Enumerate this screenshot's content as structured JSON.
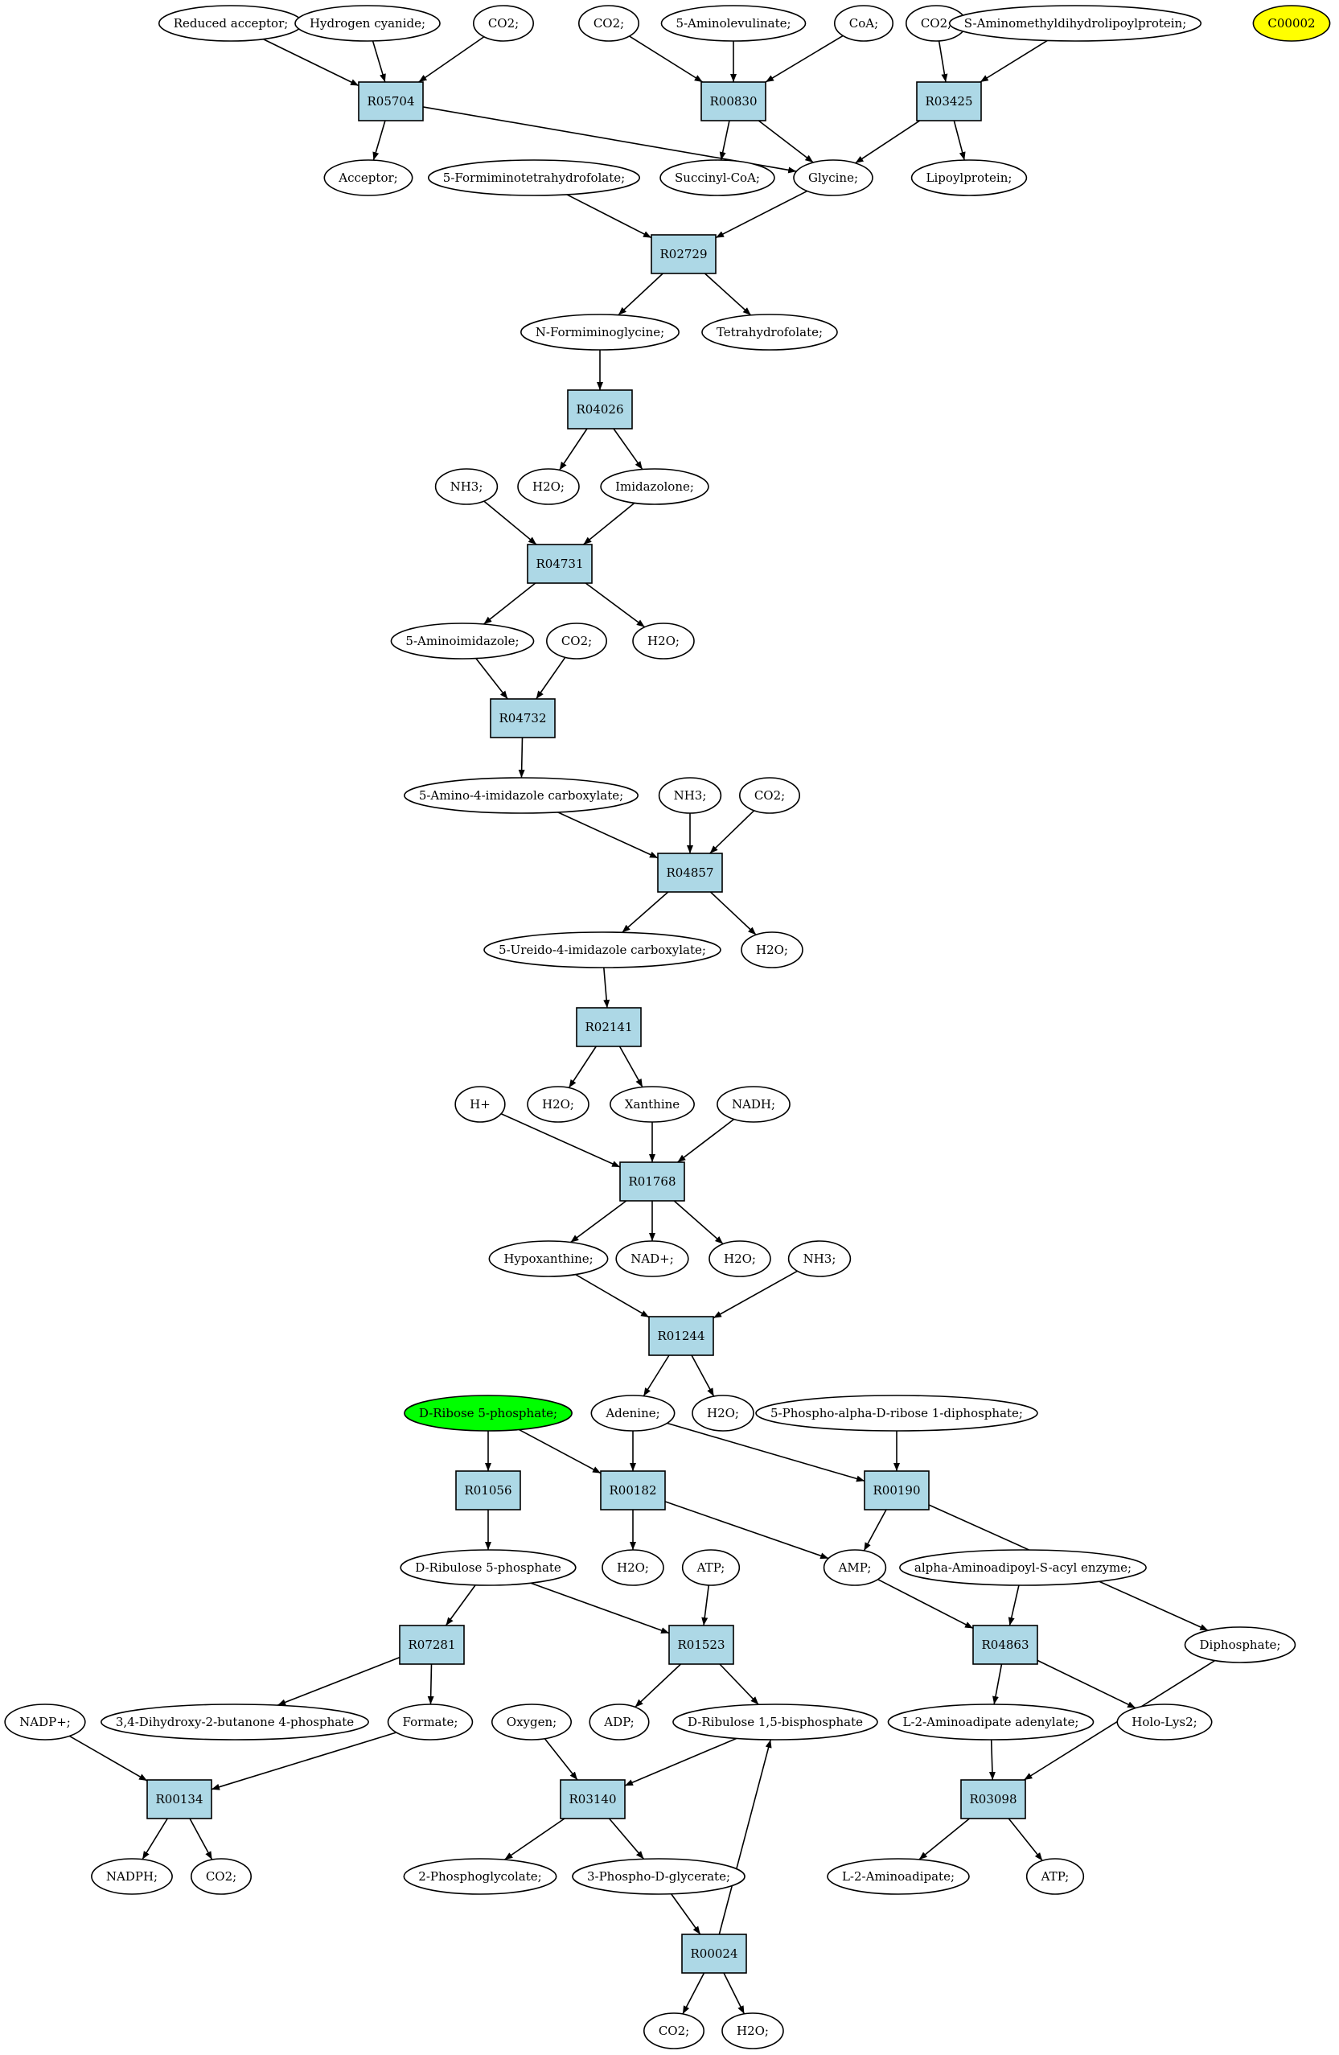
{
  "graph": {
    "colors": {
      "reaction_fill": "#add8e6",
      "compound_fill": "#ffffff",
      "start_fill": "#00ff00",
      "target_fill": "#ffff00",
      "stroke": "#000000"
    },
    "nodes": [
      {
        "id": "c_reduced_acceptor",
        "label": "Reduced acceptor;",
        "kind": "compound"
      },
      {
        "id": "c_hcn",
        "label": "Hydrogen cyanide;",
        "kind": "compound"
      },
      {
        "id": "c_co2_a",
        "label": "CO2;",
        "kind": "compound"
      },
      {
        "id": "c_co2_b",
        "label": "CO2;",
        "kind": "compound"
      },
      {
        "id": "c_5ala",
        "label": "5-Aminolevulinate;",
        "kind": "compound"
      },
      {
        "id": "c_coa",
        "label": "CoA;",
        "kind": "compound"
      },
      {
        "id": "c_co2_c",
        "label": "CO2;",
        "kind": "compound"
      },
      {
        "id": "c_samdlp",
        "label": "S-Aminomethyldihydrolipoylprotein;",
        "kind": "compound"
      },
      {
        "id": "c_c00002",
        "label": "C00002",
        "kind": "target"
      },
      {
        "id": "r_R05704",
        "label": "R05704",
        "kind": "reaction"
      },
      {
        "id": "r_R00830",
        "label": "R00830",
        "kind": "reaction"
      },
      {
        "id": "r_R03425",
        "label": "R03425",
        "kind": "reaction"
      },
      {
        "id": "c_acceptor",
        "label": "Acceptor;",
        "kind": "compound"
      },
      {
        "id": "c_5fthf",
        "label": "5-Formiminotetrahydrofolate;",
        "kind": "compound"
      },
      {
        "id": "c_succoa",
        "label": "Succinyl-CoA;",
        "kind": "compound"
      },
      {
        "id": "c_glycine",
        "label": "Glycine;",
        "kind": "compound"
      },
      {
        "id": "c_lipoyl",
        "label": "Lipoylprotein;",
        "kind": "compound"
      },
      {
        "id": "r_R02729",
        "label": "R02729",
        "kind": "reaction"
      },
      {
        "id": "c_nfg",
        "label": "N-Formiminoglycine;",
        "kind": "compound"
      },
      {
        "id": "c_thf",
        "label": "Tetrahydrofolate;",
        "kind": "compound"
      },
      {
        "id": "r_R04026",
        "label": "R04026",
        "kind": "reaction"
      },
      {
        "id": "c_nh3_a",
        "label": "NH3;",
        "kind": "compound"
      },
      {
        "id": "c_h2o_a",
        "label": "H2O;",
        "kind": "compound"
      },
      {
        "id": "c_imidazolone",
        "label": "Imidazolone;",
        "kind": "compound"
      },
      {
        "id": "r_R04731",
        "label": "R04731",
        "kind": "reaction"
      },
      {
        "id": "c_5aiz",
        "label": "5-Aminoimidazole;",
        "kind": "compound"
      },
      {
        "id": "c_co2_d",
        "label": "CO2;",
        "kind": "compound"
      },
      {
        "id": "c_h2o_b",
        "label": "H2O;",
        "kind": "compound"
      },
      {
        "id": "r_R04732",
        "label": "R04732",
        "kind": "reaction"
      },
      {
        "id": "c_5a4ic",
        "label": "5-Amino-4-imidazole carboxylate;",
        "kind": "compound"
      },
      {
        "id": "c_nh3_b",
        "label": "NH3;",
        "kind": "compound"
      },
      {
        "id": "c_co2_e",
        "label": "CO2;",
        "kind": "compound"
      },
      {
        "id": "r_R04857",
        "label": "R04857",
        "kind": "reaction"
      },
      {
        "id": "c_5u4ic",
        "label": "5-Ureido-4-imidazole carboxylate;",
        "kind": "compound"
      },
      {
        "id": "c_h2o_c",
        "label": "H2O;",
        "kind": "compound"
      },
      {
        "id": "r_R02141",
        "label": "R02141",
        "kind": "reaction"
      },
      {
        "id": "c_hplus",
        "label": "H+",
        "kind": "compound"
      },
      {
        "id": "c_h2o_d",
        "label": "H2O;",
        "kind": "compound"
      },
      {
        "id": "c_xanthine",
        "label": "Xanthine",
        "kind": "compound"
      },
      {
        "id": "c_nadh",
        "label": "NADH;",
        "kind": "compound"
      },
      {
        "id": "r_R01768",
        "label": "R01768",
        "kind": "reaction"
      },
      {
        "id": "c_hypox",
        "label": "Hypoxanthine;",
        "kind": "compound"
      },
      {
        "id": "c_nadplus",
        "label": "NAD+;",
        "kind": "compound"
      },
      {
        "id": "c_h2o_e",
        "label": "H2O;",
        "kind": "compound"
      },
      {
        "id": "c_nh3_c",
        "label": "NH3;",
        "kind": "compound"
      },
      {
        "id": "r_R01244",
        "label": "R01244",
        "kind": "reaction"
      },
      {
        "id": "c_r5p",
        "label": "D-Ribose 5-phosphate;",
        "kind": "start"
      },
      {
        "id": "c_adenine",
        "label": "Adenine;",
        "kind": "compound"
      },
      {
        "id": "c_h2o_f",
        "label": "H2O;",
        "kind": "compound"
      },
      {
        "id": "c_prpp",
        "label": "5-Phospho-alpha-D-ribose 1-diphosphate;",
        "kind": "compound"
      },
      {
        "id": "r_R01056",
        "label": "R01056",
        "kind": "reaction"
      },
      {
        "id": "r_R00182",
        "label": "R00182",
        "kind": "reaction"
      },
      {
        "id": "r_R00190",
        "label": "R00190",
        "kind": "reaction"
      },
      {
        "id": "c_ru5p",
        "label": "D-Ribulose 5-phosphate",
        "kind": "compound"
      },
      {
        "id": "c_h2o_g",
        "label": "H2O;",
        "kind": "compound"
      },
      {
        "id": "c_atp_a",
        "label": "ATP;",
        "kind": "compound"
      },
      {
        "id": "c_amp",
        "label": "AMP;",
        "kind": "compound"
      },
      {
        "id": "c_aaase",
        "label": "alpha-Aminoadipoyl-S-acyl enzyme;",
        "kind": "compound"
      },
      {
        "id": "r_R07281",
        "label": "R07281",
        "kind": "reaction"
      },
      {
        "id": "r_R01523",
        "label": "R01523",
        "kind": "reaction"
      },
      {
        "id": "r_R04863",
        "label": "R04863",
        "kind": "reaction"
      },
      {
        "id": "c_diphosphate",
        "label": "Diphosphate;",
        "kind": "compound"
      },
      {
        "id": "c_nadpplus",
        "label": "NADP+;",
        "kind": "compound"
      },
      {
        "id": "c_dhbp",
        "label": "3,4-Dihydroxy-2-butanone 4-phosphate",
        "kind": "compound"
      },
      {
        "id": "c_formate",
        "label": "Formate;",
        "kind": "compound"
      },
      {
        "id": "c_oxygen",
        "label": "Oxygen;",
        "kind": "compound"
      },
      {
        "id": "c_adp",
        "label": "ADP;",
        "kind": "compound"
      },
      {
        "id": "c_rubp",
        "label": "D-Ribulose 1,5-bisphosphate",
        "kind": "compound"
      },
      {
        "id": "c_l2aa_ad",
        "label": "L-2-Aminoadipate adenylate;",
        "kind": "compound"
      },
      {
        "id": "c_hololys2",
        "label": "Holo-Lys2;",
        "kind": "compound"
      },
      {
        "id": "r_R00134",
        "label": "R00134",
        "kind": "reaction"
      },
      {
        "id": "r_R03140",
        "label": "R03140",
        "kind": "reaction"
      },
      {
        "id": "r_R03098",
        "label": "R03098",
        "kind": "reaction"
      },
      {
        "id": "c_nadph",
        "label": "NADPH;",
        "kind": "compound"
      },
      {
        "id": "c_co2_f",
        "label": "CO2;",
        "kind": "compound"
      },
      {
        "id": "c_2pg",
        "label": "2-Phosphoglycolate;",
        "kind": "compound"
      },
      {
        "id": "c_3pg",
        "label": "3-Phospho-D-glycerate;",
        "kind": "compound"
      },
      {
        "id": "c_l2aa",
        "label": "L-2-Aminoadipate;",
        "kind": "compound"
      },
      {
        "id": "c_atp_b",
        "label": "ATP;",
        "kind": "compound"
      },
      {
        "id": "r_R00024",
        "label": "R00024",
        "kind": "reaction"
      },
      {
        "id": "c_co2_g",
        "label": "CO2;",
        "kind": "compound"
      },
      {
        "id": "c_h2o_h",
        "label": "H2O;",
        "kind": "compound"
      }
    ],
    "edges": [
      [
        "c_reduced_acceptor",
        "r_R05704"
      ],
      [
        "c_hcn",
        "r_R05704"
      ],
      [
        "c_co2_a",
        "r_R05704"
      ],
      [
        "r_R05704",
        "c_acceptor"
      ],
      [
        "r_R05704",
        "c_glycine"
      ],
      [
        "c_co2_b",
        "r_R00830"
      ],
      [
        "c_5ala",
        "r_R00830"
      ],
      [
        "c_coa",
        "r_R00830"
      ],
      [
        "r_R00830",
        "c_succoa"
      ],
      [
        "r_R00830",
        "c_glycine"
      ],
      [
        "c_co2_c",
        "r_R03425"
      ],
      [
        "c_samdlp",
        "r_R03425"
      ],
      [
        "r_R03425",
        "c_glycine"
      ],
      [
        "r_R03425",
        "c_lipoyl"
      ],
      [
        "c_5fthf",
        "r_R02729"
      ],
      [
        "c_glycine",
        "r_R02729"
      ],
      [
        "r_R02729",
        "c_nfg"
      ],
      [
        "r_R02729",
        "c_thf"
      ],
      [
        "c_nfg",
        "r_R04026"
      ],
      [
        "r_R04026",
        "c_h2o_a"
      ],
      [
        "r_R04026",
        "c_imidazolone"
      ],
      [
        "c_nh3_a",
        "r_R04731"
      ],
      [
        "c_imidazolone",
        "r_R04731"
      ],
      [
        "r_R04731",
        "c_5aiz"
      ],
      [
        "r_R04731",
        "c_h2o_b"
      ],
      [
        "c_5aiz",
        "r_R04732"
      ],
      [
        "c_co2_d",
        "r_R04732"
      ],
      [
        "r_R04732",
        "c_5a4ic"
      ],
      [
        "c_5a4ic",
        "r_R04857"
      ],
      [
        "c_nh3_b",
        "r_R04857"
      ],
      [
        "c_co2_e",
        "r_R04857"
      ],
      [
        "r_R04857",
        "c_5u4ic"
      ],
      [
        "r_R04857",
        "c_h2o_c"
      ],
      [
        "c_5u4ic",
        "r_R02141"
      ],
      [
        "r_R02141",
        "c_h2o_d"
      ],
      [
        "r_R02141",
        "c_xanthine"
      ],
      [
        "c_hplus",
        "r_R01768"
      ],
      [
        "c_xanthine",
        "r_R01768"
      ],
      [
        "c_nadh",
        "r_R01768"
      ],
      [
        "r_R01768",
        "c_hypox"
      ],
      [
        "r_R01768",
        "c_nadplus"
      ],
      [
        "r_R01768",
        "c_h2o_e"
      ],
      [
        "c_hypox",
        "r_R01244"
      ],
      [
        "c_nh3_c",
        "r_R01244"
      ],
      [
        "r_R01244",
        "c_adenine"
      ],
      [
        "r_R01244",
        "c_h2o_f"
      ],
      [
        "c_r5p",
        "r_R01056"
      ],
      [
        "c_r5p",
        "r_R00182"
      ],
      [
        "c_adenine",
        "r_R00182"
      ],
      [
        "c_adenine",
        "r_R00190"
      ],
      [
        "c_prpp",
        "r_R00190"
      ],
      [
        "r_R01056",
        "c_ru5p"
      ],
      [
        "r_R00182",
        "c_h2o_g"
      ],
      [
        "r_R00182",
        "c_amp"
      ],
      [
        "r_R00190",
        "c_amp"
      ],
      [
        "r_R00190",
        "c_diphosphate"
      ],
      [
        "c_ru5p",
        "r_R07281"
      ],
      [
        "c_ru5p",
        "r_R01523"
      ],
      [
        "c_atp_a",
        "r_R01523"
      ],
      [
        "c_amp",
        "r_R04863"
      ],
      [
        "c_aaase",
        "r_R04863"
      ],
      [
        "r_R07281",
        "c_dhbp"
      ],
      [
        "r_R07281",
        "c_formate"
      ],
      [
        "r_R01523",
        "c_adp"
      ],
      [
        "r_R01523",
        "c_rubp"
      ],
      [
        "r_R04863",
        "c_l2aa_ad"
      ],
      [
        "r_R04863",
        "c_hololys2"
      ],
      [
        "c_nadpplus",
        "r_R00134"
      ],
      [
        "c_formate",
        "r_R00134"
      ],
      [
        "r_R00134",
        "c_nadph"
      ],
      [
        "r_R00134",
        "c_co2_f"
      ],
      [
        "c_oxygen",
        "r_R03140"
      ],
      [
        "c_rubp",
        "r_R03140"
      ],
      [
        "r_R03140",
        "c_2pg"
      ],
      [
        "r_R03140",
        "c_3pg"
      ],
      [
        "c_l2aa_ad",
        "r_R03098"
      ],
      [
        "c_diphosphate",
        "r_R03098"
      ],
      [
        "r_R03098",
        "c_l2aa"
      ],
      [
        "r_R03098",
        "c_atp_b"
      ],
      [
        "c_3pg",
        "r_R00024"
      ],
      [
        "r_R00024",
        "c_rubp"
      ],
      [
        "r_R00024",
        "c_co2_g"
      ],
      [
        "r_R00024",
        "c_h2o_h"
      ]
    ]
  }
}
